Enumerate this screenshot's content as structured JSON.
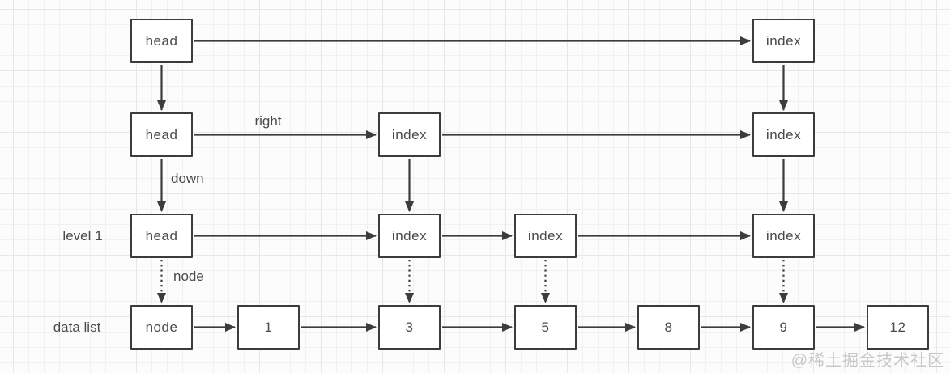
{
  "diagram": {
    "type": "skip-list-diagram",
    "rows": [
      {
        "label": "",
        "boxes": [
          "head",
          "index"
        ]
      },
      {
        "label": "",
        "boxes": [
          "head",
          "index",
          "index"
        ]
      },
      {
        "label": "level 1",
        "boxes": [
          "head",
          "index",
          "index",
          "index"
        ]
      },
      {
        "label": "data list",
        "boxes": [
          "node",
          "1",
          "3",
          "5",
          "8",
          "9",
          "12"
        ]
      }
    ],
    "edge_labels": {
      "right": "right",
      "down": "down",
      "node": "node"
    }
  },
  "watermark": "@稀土掘金技术社区",
  "colors": {
    "line": "#3c3c3c",
    "text": "#4a4a4a",
    "background": "#fcfcfc",
    "grid_minor": "#f1f1f1",
    "grid_major": "#e7e7e7",
    "box_fill": "#ffffff",
    "watermark": "#c7c7c7"
  }
}
